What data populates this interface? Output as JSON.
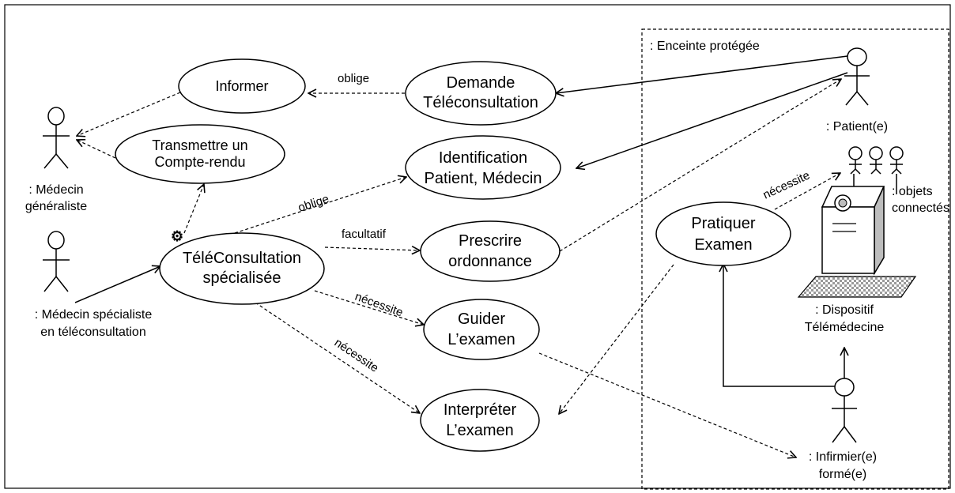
{
  "boundary": {
    "label": ": Enceinte protégée"
  },
  "actors": {
    "generaliste": {
      "line1": ": Médecin",
      "line2": "généraliste"
    },
    "specialiste": {
      "line1": ": Médecin spécialiste",
      "line2": "en téléconsultation"
    },
    "patient": {
      "label": ": Patient(e)"
    },
    "objets": {
      "line1": ": objets",
      "line2": "connectés"
    },
    "dispositif": {
      "line1": ": Dispositif",
      "line2": "Télémédecine"
    },
    "infirmier": {
      "line1": ": Infirmier(e)",
      "line2": "formé(e)"
    }
  },
  "use_cases": {
    "informer": {
      "line1": "Informer"
    },
    "transmettre": {
      "line1": "Transmettre un",
      "line2": "Compte-rendu"
    },
    "demande": {
      "line1": "Demande",
      "line2": "Téléconsultation"
    },
    "identification": {
      "line1": "Identification",
      "line2": "Patient, Médecin"
    },
    "teleconsultation": {
      "line1": "TéléConsultation",
      "line2": "spécialisée"
    },
    "prescrire": {
      "line1": "Prescrire",
      "line2": "ordonnance"
    },
    "guider": {
      "line1": "Guider",
      "line2": "L’examen"
    },
    "interpreter": {
      "line1": "Interpréter",
      "line2": "L’examen"
    },
    "pratiquer": {
      "line1": "Pratiquer",
      "line2": "Examen"
    }
  },
  "relations": {
    "oblige_1": "oblige",
    "oblige_2": "oblige",
    "facultatif": "facultatif",
    "necessite_guider": "nécessite",
    "necessite_interpreter": "nécessite",
    "necessite_objets": "nécessite"
  }
}
